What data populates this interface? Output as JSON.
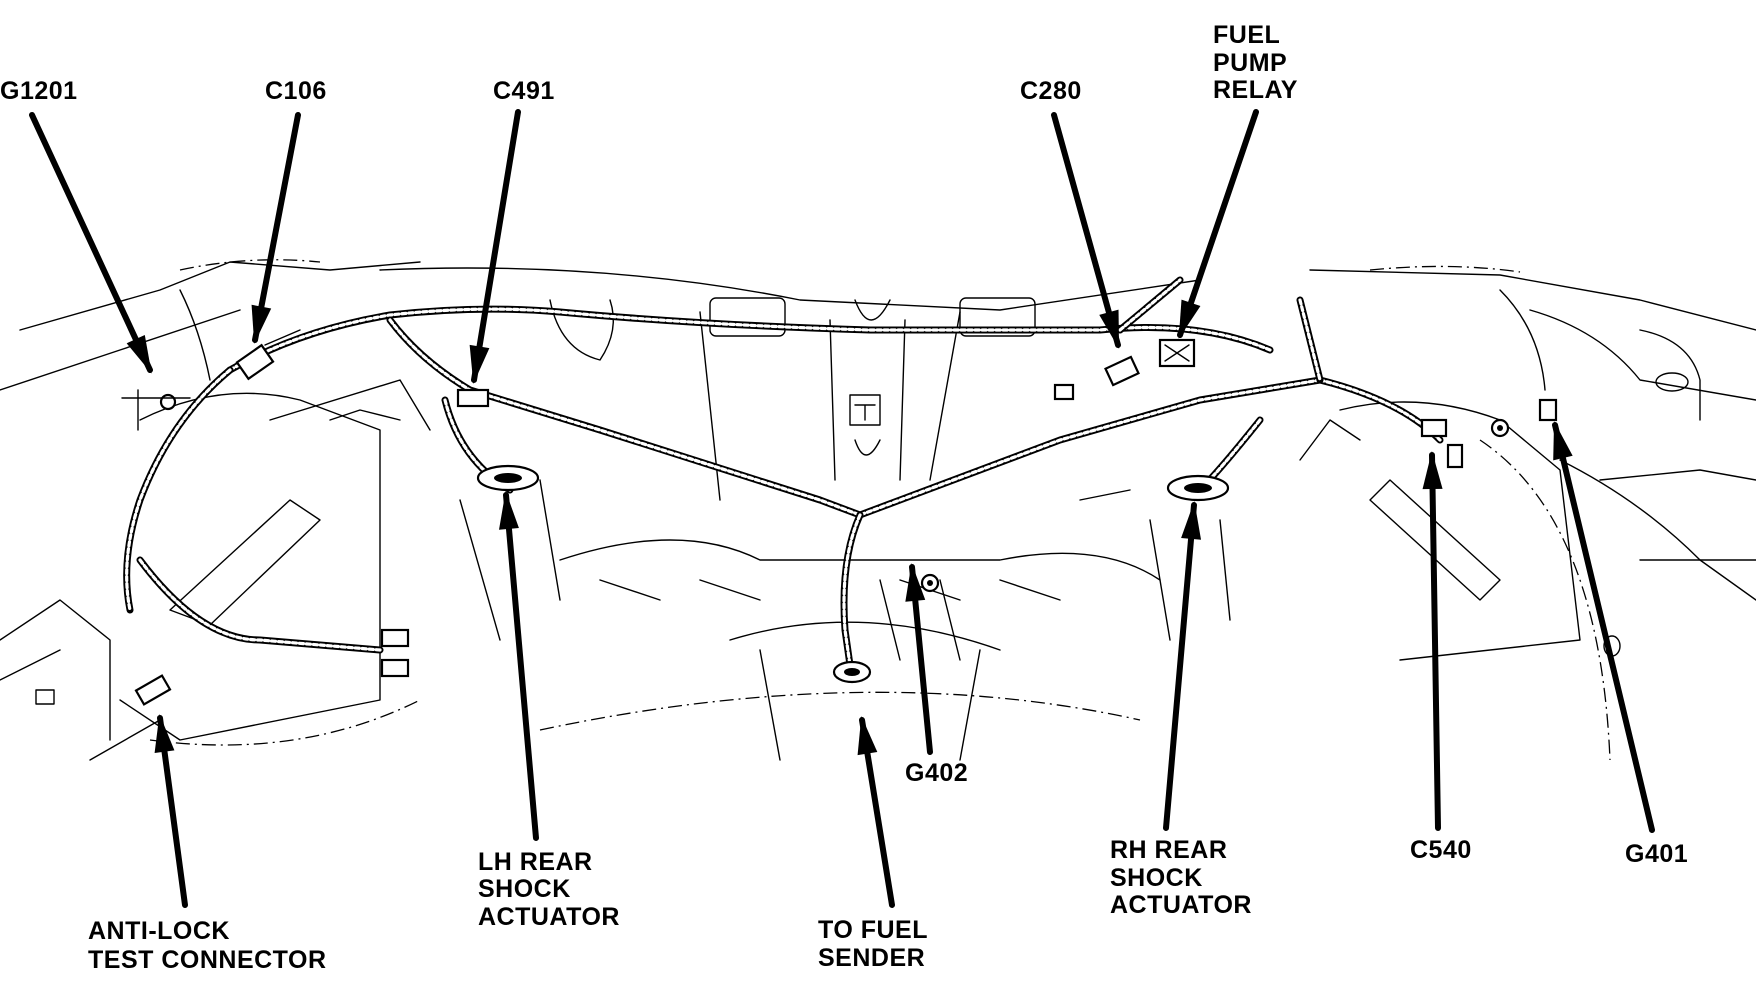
{
  "callouts": {
    "g1201": {
      "lines": [
        "G1201"
      ]
    },
    "c106": {
      "lines": [
        "C106"
      ]
    },
    "c491": {
      "lines": [
        "C491"
      ]
    },
    "c280": {
      "lines": [
        "C280"
      ]
    },
    "fuel_pump_relay": {
      "lines": [
        "FUEL",
        "PUMP",
        "RELAY"
      ]
    },
    "anti_lock": {
      "lines": [
        "ANTI-LOCK",
        "TEST CONNECTOR"
      ]
    },
    "lh_rear": {
      "lines": [
        "LH REAR",
        "SHOCK",
        "ACTUATOR"
      ]
    },
    "to_fuel": {
      "lines": [
        "TO FUEL",
        "SENDER"
      ]
    },
    "g402": {
      "lines": [
        "G402"
      ]
    },
    "rh_rear": {
      "lines": [
        "RH REAR",
        "SHOCK",
        "ACTUATOR"
      ]
    },
    "c540": {
      "lines": [
        "C540"
      ]
    },
    "g401": {
      "lines": [
        "G401"
      ]
    }
  },
  "colors": {
    "ink": "#000000",
    "paper": "#ffffff"
  }
}
